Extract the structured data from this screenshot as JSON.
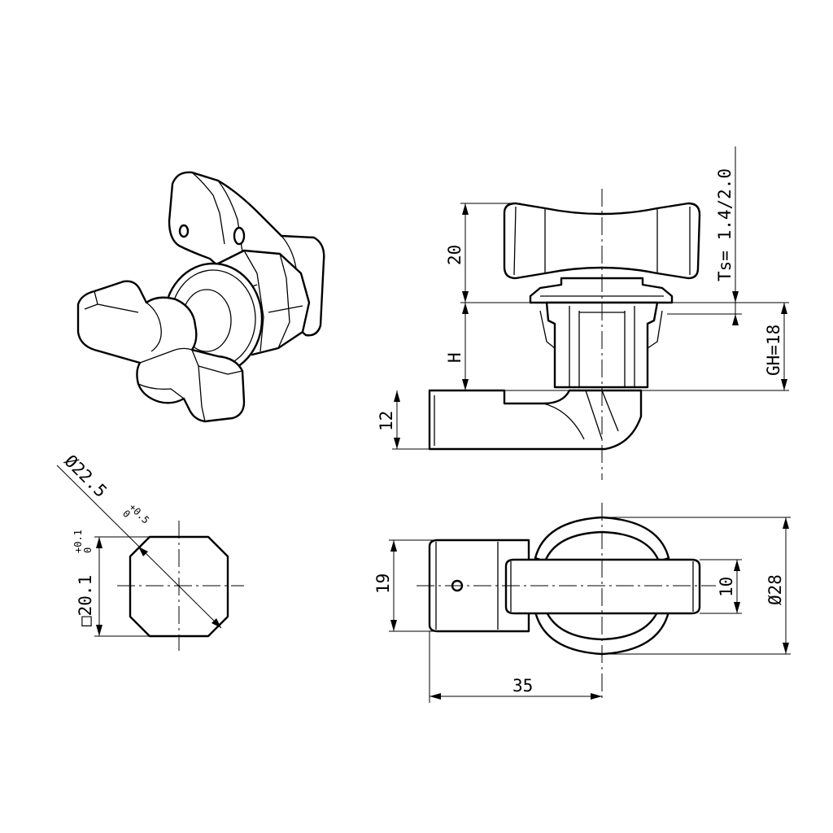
{
  "labels": {
    "dim_20": "20",
    "dim_h": "H",
    "dim_12": "12",
    "dim_ts": "Ts= 1.4/2.0",
    "dim_gh": "GH=18",
    "dim_19": "19",
    "dim_10": "10",
    "dim_28": "Ø28",
    "dim_35": "35",
    "dim_sq": "□20.1",
    "dim_sq_tol_upper": "+0.1",
    "dim_sq_tol_lower": "0",
    "dim_dia": "Ø22.5",
    "dim_dia_tol_upper": "+0.5",
    "dim_dia_tol_lower": "0"
  }
}
